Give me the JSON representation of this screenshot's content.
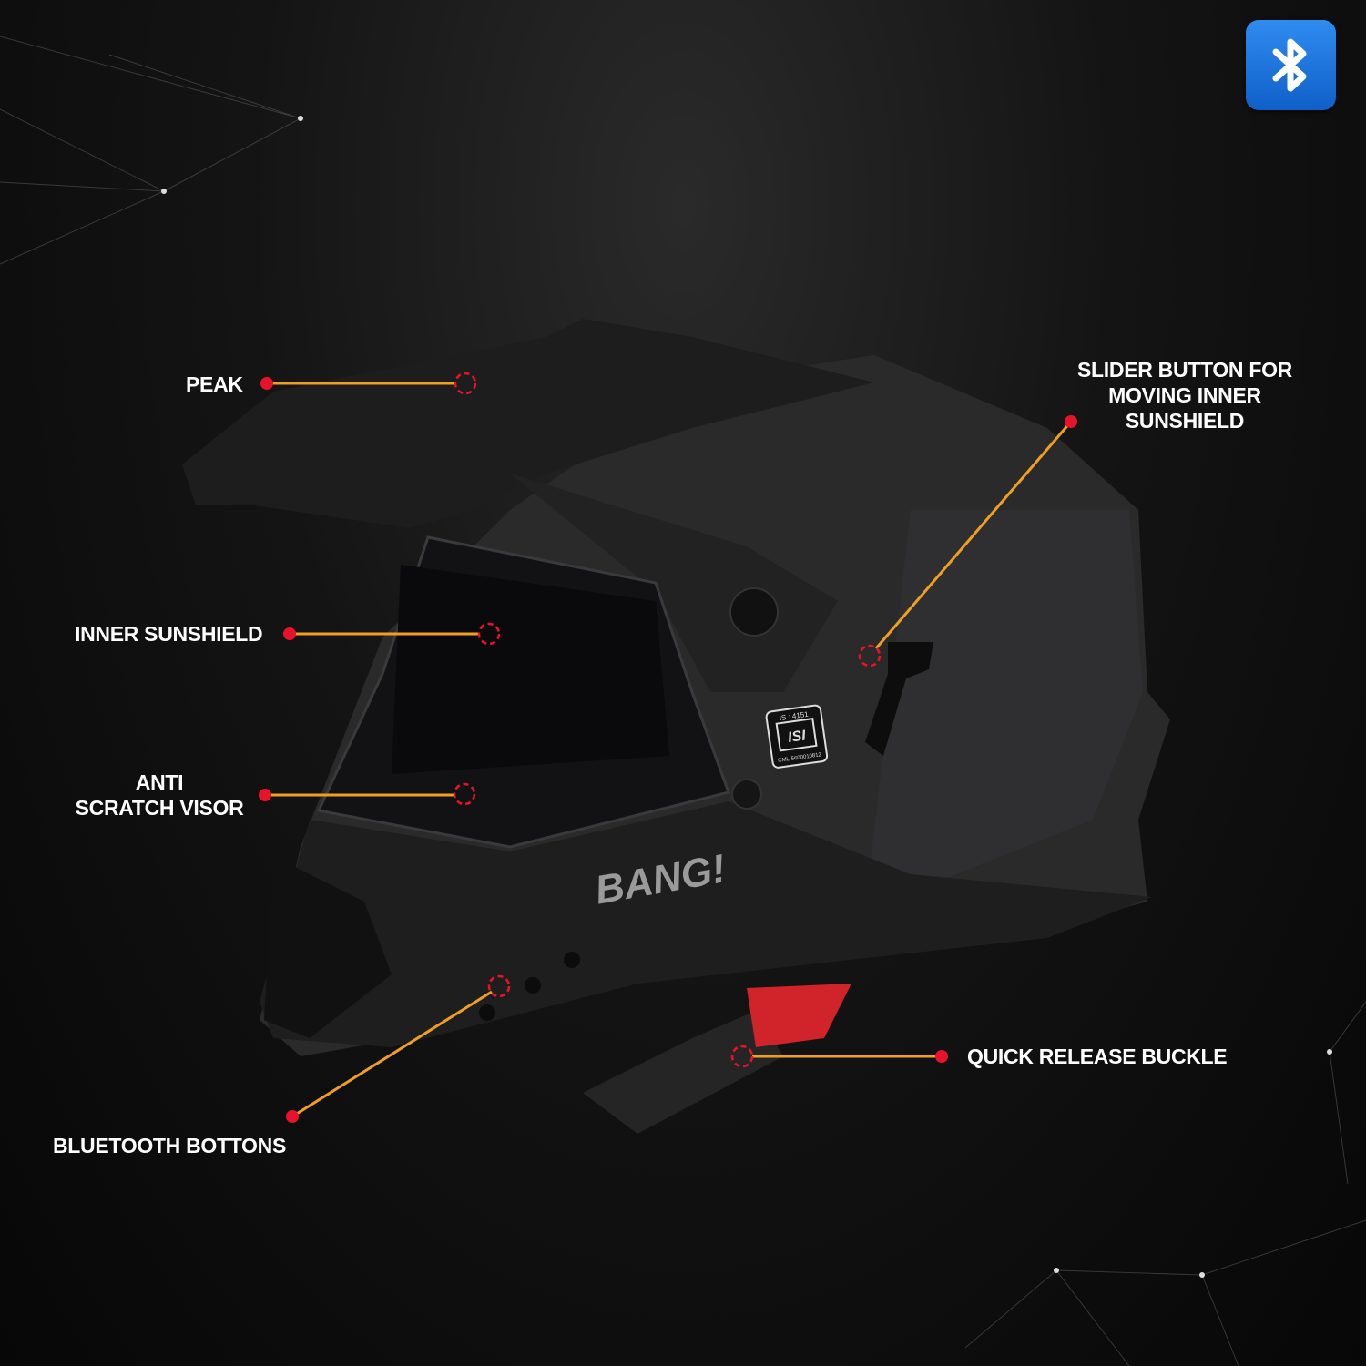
{
  "callouts": {
    "peak": "PEAK",
    "inner_sunshield": "INNER SUNSHIELD",
    "anti_scratch_visor": [
      "ANTI",
      "SCRATCH VISOR"
    ],
    "bluetooth_buttons": "BLUETOOTH BOTTONS",
    "slider_button": [
      "SLIDER BUTTON FOR",
      "MOVING INNER",
      "SUNSHIELD"
    ],
    "quick_release_buckle": "QUICK RELEASE BUCKLE"
  },
  "helmet": {
    "brand": "BANG!",
    "certification": {
      "standard": "IS : 4151",
      "mark": "ISI",
      "licence": "CML-5600010812"
    }
  },
  "badge": {
    "icon": "bluetooth-icon"
  },
  "colors": {
    "dot": "#e8132b",
    "line": "#f0a020",
    "text": "#ffffff",
    "badge": "#1f74dc"
  }
}
